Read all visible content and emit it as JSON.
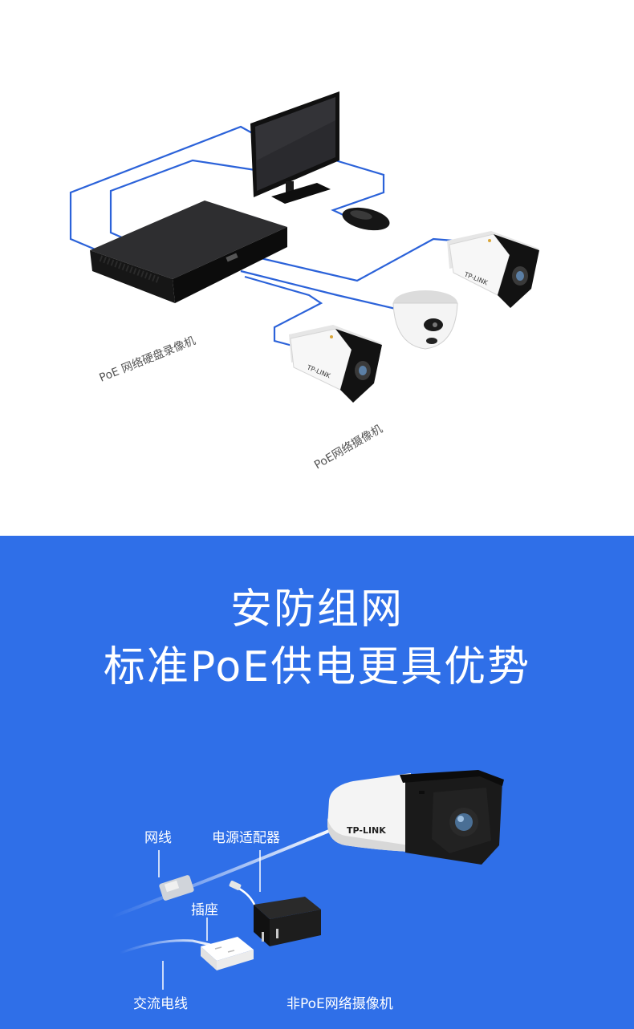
{
  "diagram": {
    "nvr_label": "PoE 网络硬盘录像机",
    "camera_label": "PoE网络摄像机",
    "brand_text": "TP-LINK"
  },
  "banner": {
    "title_line1": "安防组网",
    "title_line2": "标准PoE供电更具优势"
  },
  "camera_illustration": {
    "brand_text": "TP-LINK",
    "labels": {
      "network_cable": "网线",
      "power_adapter": "电源适配器",
      "socket": "插座",
      "ac_cable": "交流电线",
      "camera": "非PoE网络摄像机"
    }
  },
  "colors": {
    "cable_blue": "#2b62d9",
    "banner_blue": "#2f6fe8"
  }
}
